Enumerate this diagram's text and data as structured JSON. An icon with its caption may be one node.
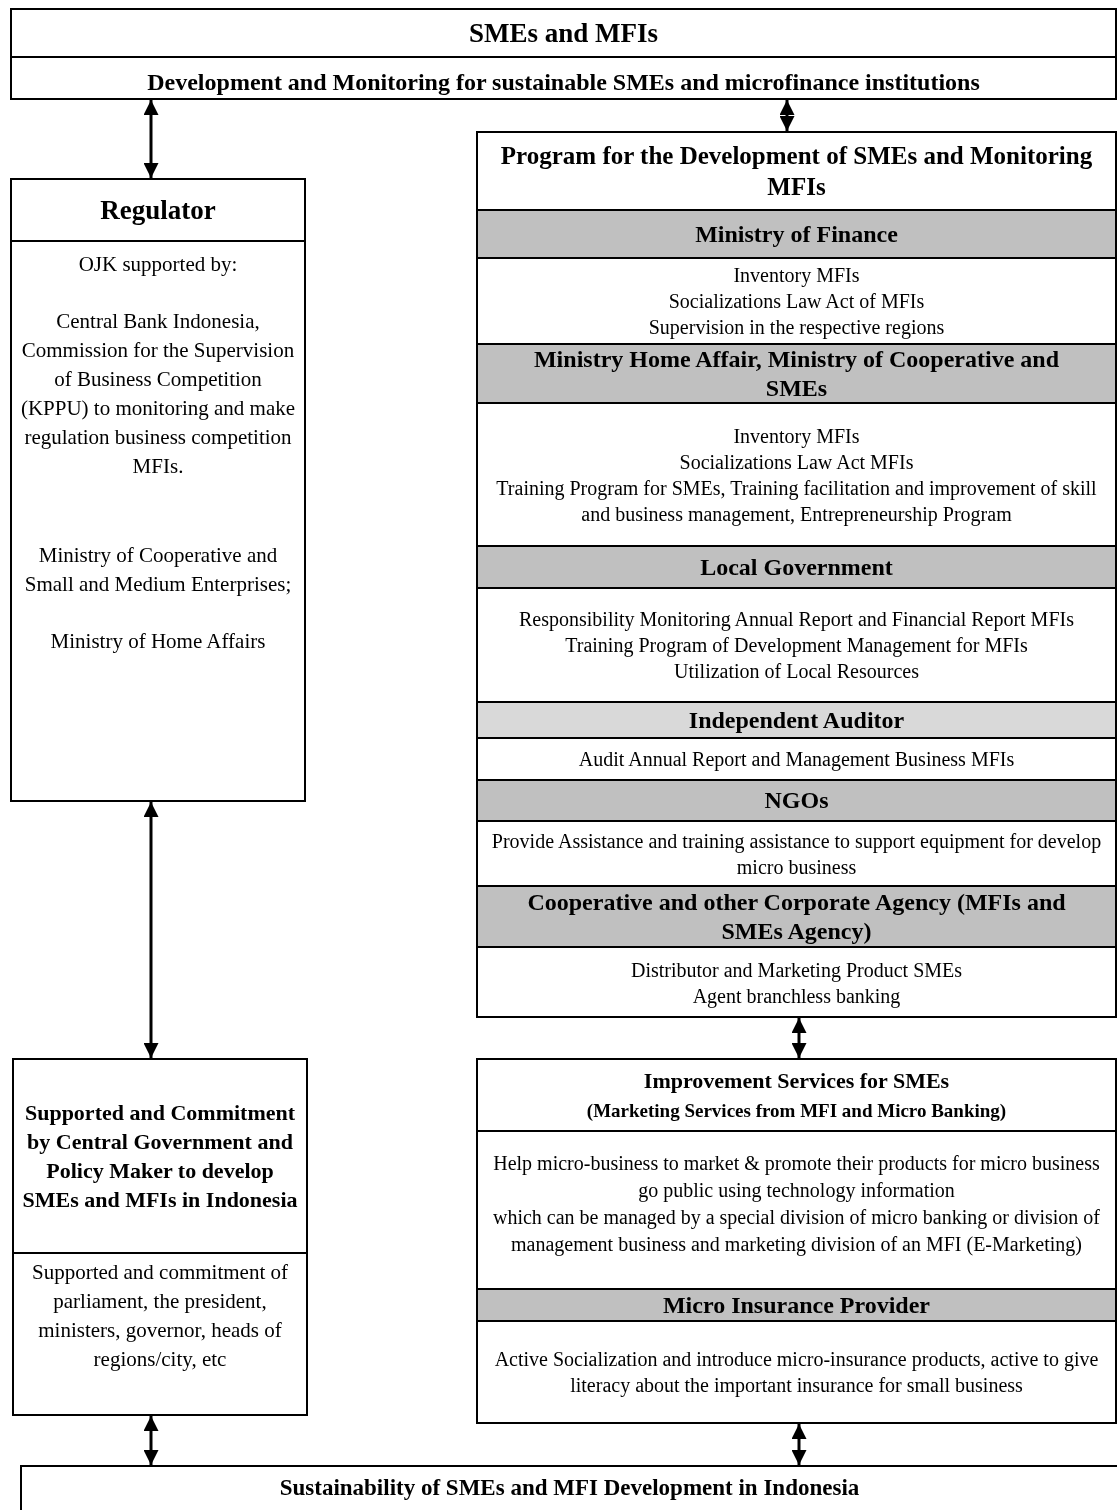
{
  "diagram": {
    "nodes": [
      {
        "text": [
          "SMEs and MFIs",
          "Development and Monitoring for sustainable SMEs and microfinance institutions"
        ]
      },
      {
        "text": [
          "Regulator",
          "OJK supported by:",
          "Central Bank Indonesia, Commission for the Supervision of Business Competition (KPPU) to monitoring and make regulation business competition MFIs.",
          "Ministry of Cooperative and Small and Medium Enterprises;",
          "Ministry of Home Affairs"
        ]
      },
      {
        "text": [
          "Program for the Development of SMEs and Monitoring MFIs"
        ]
      },
      {
        "text": [
          "Ministry of Finance",
          "Inventory MFIs",
          "Socializations Law Act of MFIs",
          "Supervision in the respective regions"
        ],
        "in": 2
      },
      {
        "text": [
          "Ministry Home Affair, Ministry of Cooperative and SMEs",
          "Inventory MFIs",
          "Socializations Law Act MFIs",
          "Training Program for SMEs, Training facilitation and improvement of skill and business management, Entrepreneurship Program"
        ],
        "in": 2
      },
      {
        "text": [
          "Local Government",
          "Responsibility Monitoring Annual Report and Financial Report MFIs",
          "Training Program of Development Management for MFIs",
          "Utilization of Local Resources"
        ],
        "in": 2
      },
      {
        "text": [
          "Independent Auditor",
          "Audit Annual Report and Management Business MFIs"
        ],
        "in": 2
      },
      {
        "text": [
          "NGOs",
          "Provide Assistance and training assistance to support equipment for develop micro business"
        ],
        "in": 2
      },
      {
        "text": [
          "Cooperative and other Corporate Agency (MFIs and SMEs Agency)",
          "Distributor and Marketing Product SMEs",
          "Agent branchless banking"
        ],
        "in": 2
      },
      {
        "text": [
          "Supported and Commitment by Central Government and Policy Maker to develop SMEs and MFIs in Indonesia",
          "Supported and commitment of parliament, the president, ministers, governor, heads of regions/city, etc"
        ]
      },
      {
        "text": [
          "Improvement Services for SMEs",
          "(Marketing Services from MFI and Micro Banking)",
          "Help micro-business to market & promote their products for micro business go public using technology information",
          "which can be managed by a special division of micro banking or division of management business and marketing division of an MFI (E-Marketing)"
        ]
      },
      {
        "text": [
          "Micro Insurance Provider",
          "Active Socialization and introduce micro-insurance products, active to give literacy about the important insurance for small business"
        ],
        "in": 10
      },
      {
        "text": [
          "Sustainability of SMEs and MFI Development in Indonesia"
        ]
      }
    ],
    "edges": [
      {
        "from": 0,
        "to": 1,
        "arrow": "both"
      },
      {
        "from": 0,
        "to": 2,
        "arrow": "both"
      },
      {
        "from": 1,
        "to": 9,
        "arrow": "both"
      },
      {
        "from": 2,
        "to": 10,
        "arrow": "both"
      },
      {
        "from": 9,
        "to": 12,
        "arrow": "both"
      },
      {
        "from": 10,
        "to": 12,
        "arrow": "both"
      }
    ]
  }
}
